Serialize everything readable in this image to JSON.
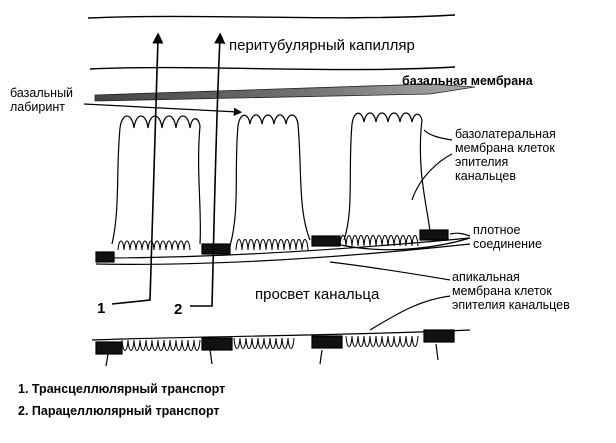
{
  "labels": {
    "capillary": "перитубулярный капилляр",
    "basement_membrane": "базальная мембрана",
    "basal_labyrinth_line1": "базальный",
    "basal_labyrinth_line2": "лабиринт",
    "basolateral_line1": "базолатеральная",
    "basolateral_line2": "мембрана клеток",
    "basolateral_line3": "эпителия",
    "basolateral_line4": "канальцев",
    "tight_junction_line1": "плотное",
    "tight_junction_line2": "соединение",
    "apical_line1": "апикальная",
    "apical_line2": "мембрана клеток",
    "apical_line3": "эпителия канальцев",
    "lumen": "просвет канальца",
    "pathway_1": "1",
    "pathway_2": "2"
  },
  "legend": [
    "1. Трансцеллюлярный транспорт",
    "2. Парацеллюлярный транспорт"
  ]
}
